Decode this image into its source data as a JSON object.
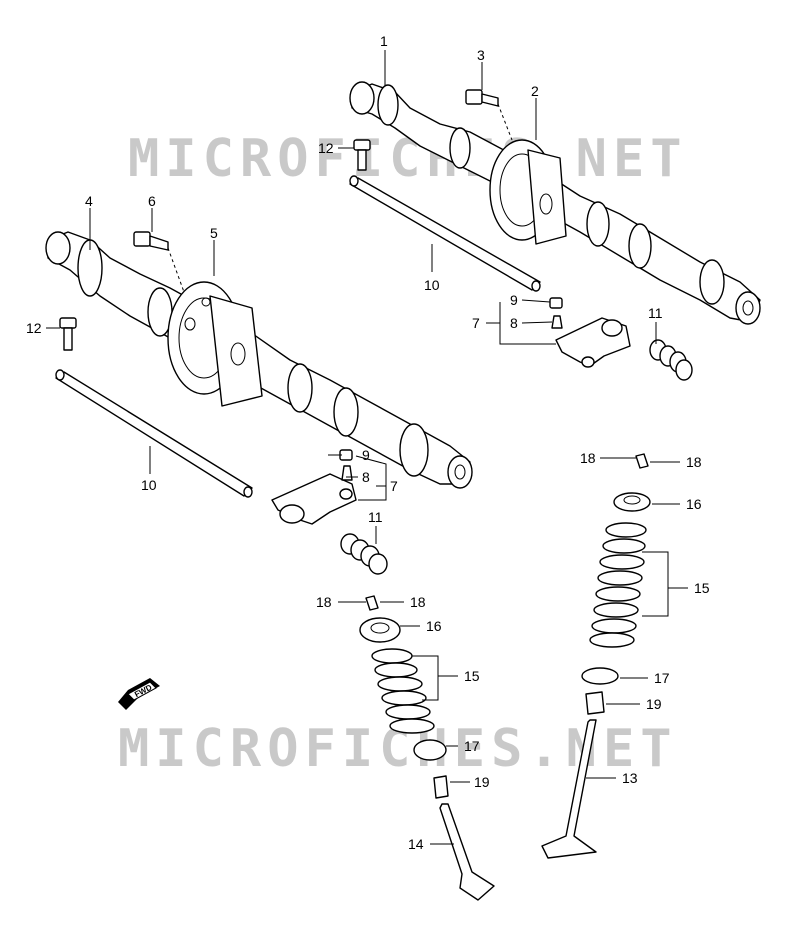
{
  "watermark": {
    "text": "MICROFICHES.NET"
  },
  "badge": {
    "fwd": "FWD"
  },
  "labels": {
    "l1": "1",
    "l2": "2",
    "l3": "3",
    "l4": "4",
    "l5": "5",
    "l6": "6",
    "l7a": "7",
    "l7b": "7",
    "l8a": "8",
    "l8b": "8",
    "l9a": "9",
    "l9b": "9",
    "l10a": "10",
    "l10b": "10",
    "l11a": "11",
    "l11b": "11",
    "l12a": "12",
    "l12b": "12",
    "l13": "13",
    "l14": "14",
    "l15a": "15",
    "l15b": "15",
    "l16a": "16",
    "l16b": "16",
    "l17a": "17",
    "l17b": "17",
    "l18a": "18",
    "l18b": "18",
    "l18c": "18",
    "l18d": "18",
    "l19a": "19",
    "l19b": "19"
  }
}
